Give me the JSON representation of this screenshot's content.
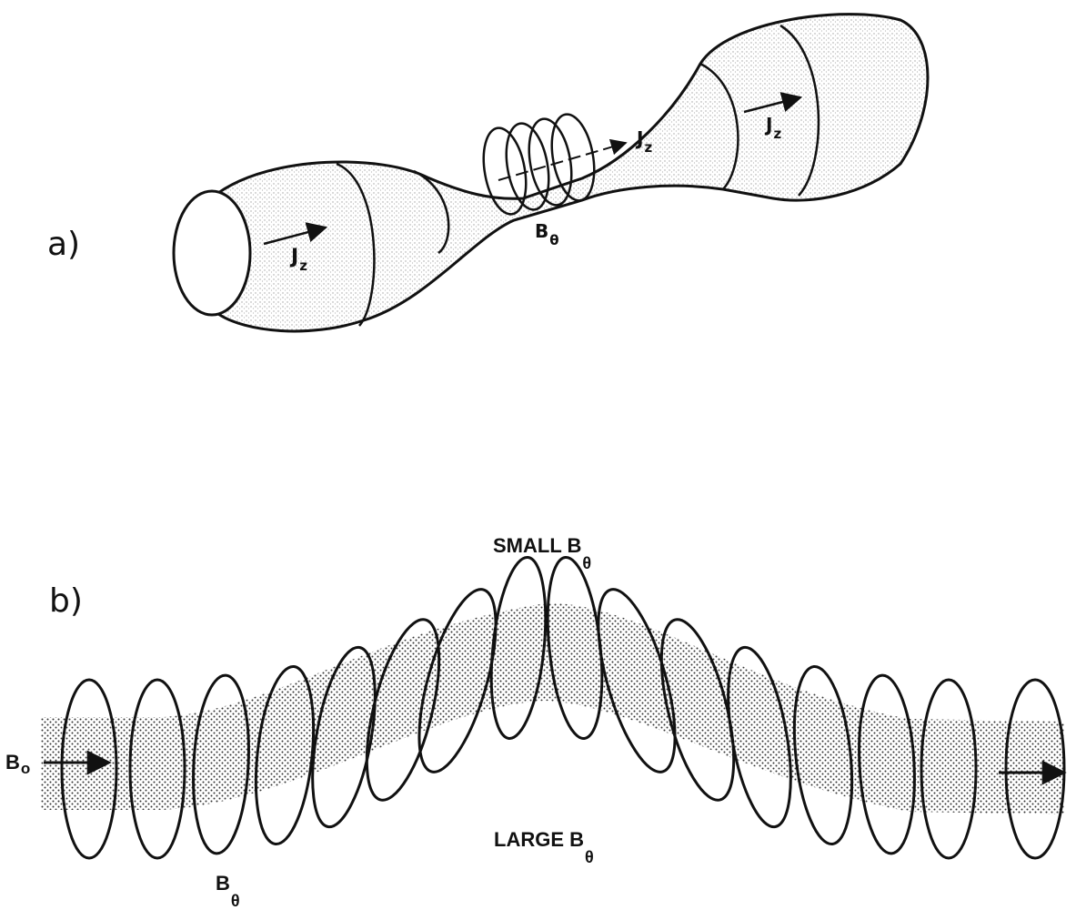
{
  "panel_a": {
    "label": "a)",
    "current_left": "J",
    "current_left_sub": "z",
    "current_mid": "J",
    "current_mid_sub": "z",
    "current_right": "J",
    "current_right_sub": "z",
    "field": "B",
    "field_sub": "θ"
  },
  "panel_b": {
    "label": "b)",
    "small_field": "SMALL B",
    "small_field_sub": "θ",
    "large_field": "LARGE B",
    "large_field_sub": "θ",
    "axial_field": "B",
    "axial_field_sub": "o",
    "field": "B",
    "field_sub": "θ"
  }
}
